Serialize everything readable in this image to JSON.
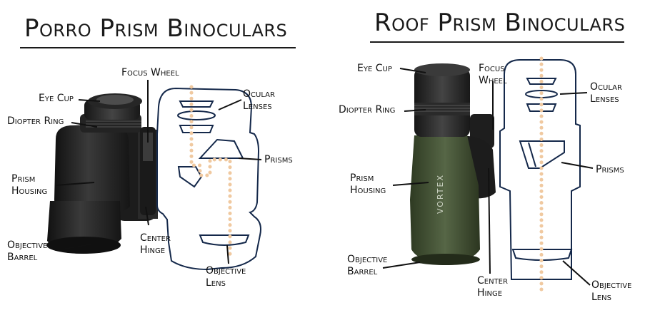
{
  "left_panel": {
    "title": "Porro Prism Binoculars",
    "labels": {
      "eye_cup": "Eye Cup",
      "diopter_ring": "Diopter Ring",
      "focus_wheel": "Focus Wheel",
      "prism_housing_1": "Prism",
      "prism_housing_2": "Housing",
      "objective_barrel_1": "Objective",
      "objective_barrel_2": "Barrel",
      "center_hinge_1": "Center",
      "center_hinge_2": "Hinge",
      "ocular_lenses_1": "Ocular",
      "ocular_lenses_2": "Lenses",
      "prisms": "Prisms",
      "objective_lens_1": "Objective",
      "objective_lens_2": "Lens"
    }
  },
  "right_panel": {
    "title": "Roof Prism Binoculars",
    "brand_text": "VORTEX",
    "labels": {
      "eye_cup": "Eye Cup",
      "diopter_ring": "Diopter Ring",
      "focus_wheel_1": "Focus",
      "focus_wheel_2": "Wheel",
      "prism_housing_1": "Prism",
      "prism_housing_2": "Housing",
      "objective_barrel_1": "Objective",
      "objective_barrel_2": "Barrel",
      "center_hinge_1": "Center",
      "center_hinge_2": "Hinge",
      "ocular_lenses_1": "Ocular",
      "ocular_lenses_2": "Lenses",
      "prisms": "Prisms",
      "objective_lens_1": "Objective",
      "objective_lens_2": "Lens"
    }
  },
  "colors": {
    "outline": "#14284a",
    "light_path": "#f0c9a0",
    "porro_body": "#2b2b2b",
    "roof_body": "#4b5a3a",
    "text": "#111111"
  }
}
